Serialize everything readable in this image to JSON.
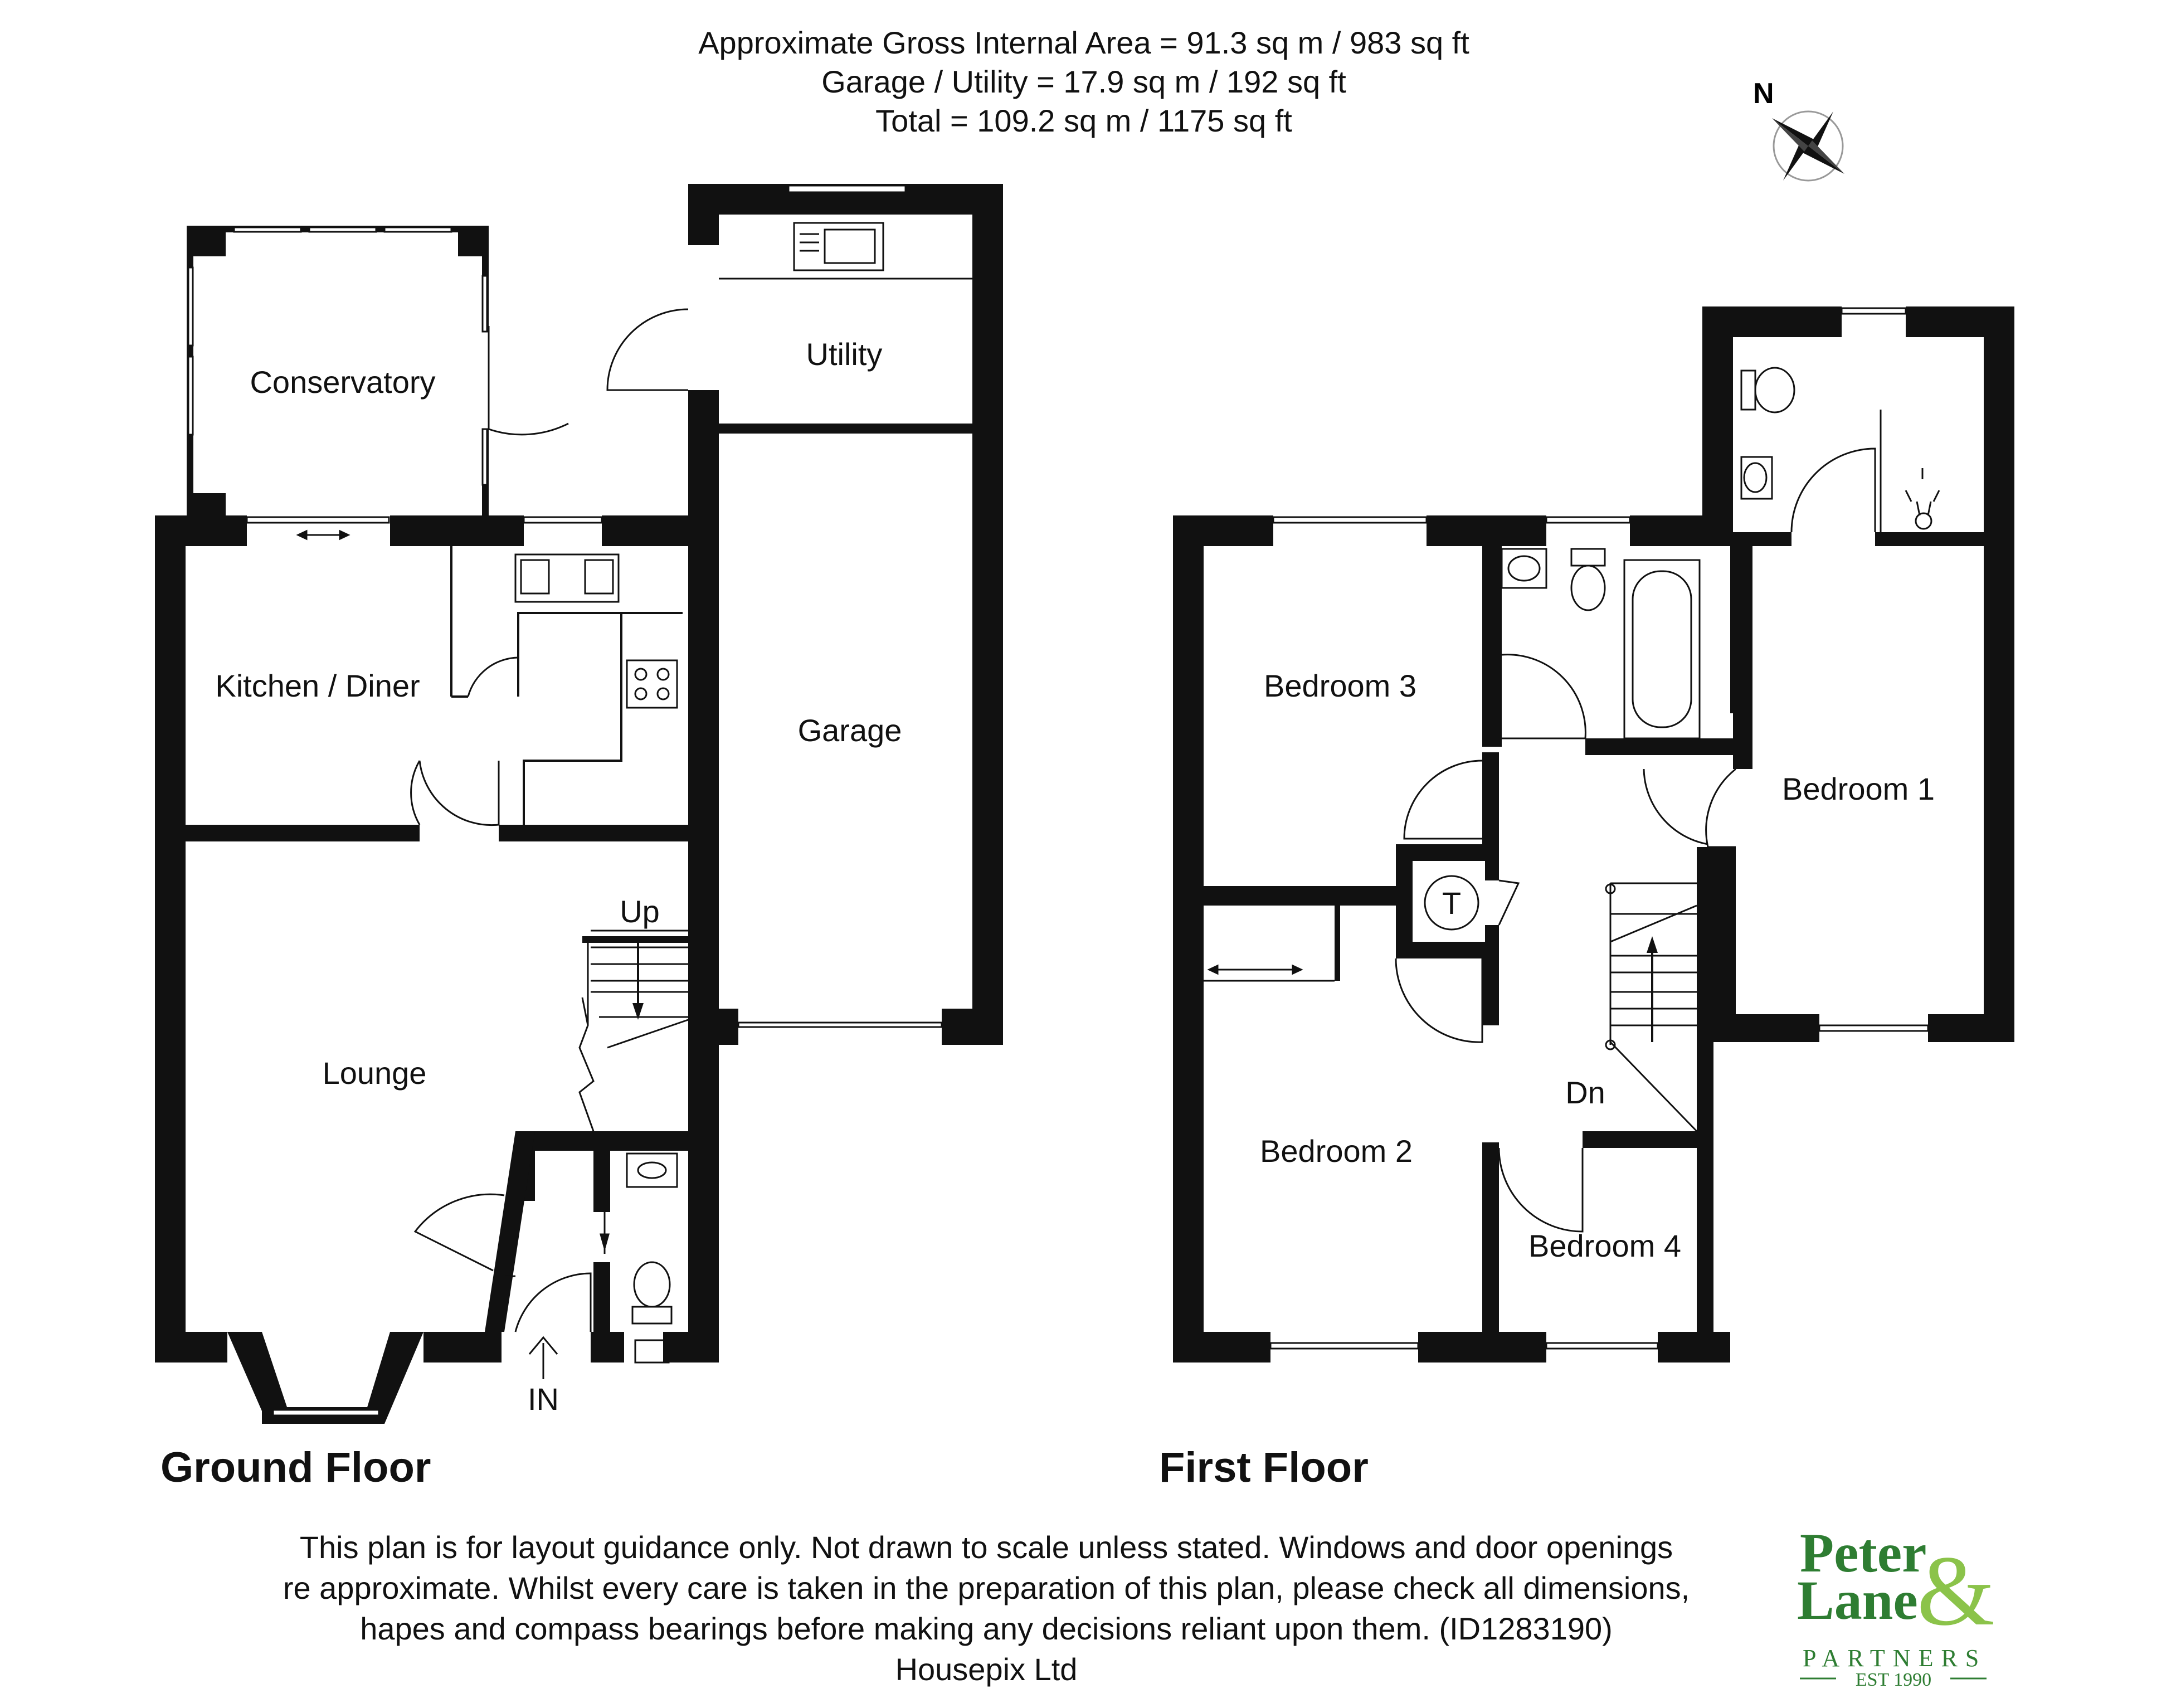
{
  "header": {
    "line1": "Approximate Gross Internal Area = 91.3 sq m / 983 sq ft",
    "line2": "Garage / Utility = 17.9 sq m / 192 sq ft",
    "line3": "Total = 109.2 sq m / 1175 sq ft"
  },
  "compass": {
    "label": "N"
  },
  "ground_floor": {
    "title": "Ground Floor",
    "rooms": {
      "conservatory": "Conservatory",
      "utility": "Utility",
      "kitchen": "Kitchen / Diner",
      "garage": "Garage",
      "lounge": "Lounge",
      "stairs": "Up",
      "entrance": "IN"
    }
  },
  "first_floor": {
    "title": "First Floor",
    "rooms": {
      "bedroom1": "Bedroom 1",
      "bedroom2": "Bedroom 2",
      "bedroom3": "Bedroom 3",
      "bedroom4": "Bedroom 4",
      "stairs": "Dn",
      "tank": "T"
    }
  },
  "disclaimer": {
    "line1": "This plan is for layout guidance only. Not drawn to scale unless stated. Windows and door openings",
    "line2": "re approximate. Whilst every care is taken in the preparation of this plan, please check all dimensions,",
    "line3": "hapes and compass bearings before making any decisions reliant upon them. (ID1283190)",
    "line4": "Housepix Ltd"
  },
  "logo": {
    "line1": "Peter",
    "line2": "Lane",
    "ampersand": "&",
    "partners": "PARTNERS",
    "est": "EST 1990",
    "brand_color": "#2e7d32",
    "accent_color": "#8bc34a"
  }
}
